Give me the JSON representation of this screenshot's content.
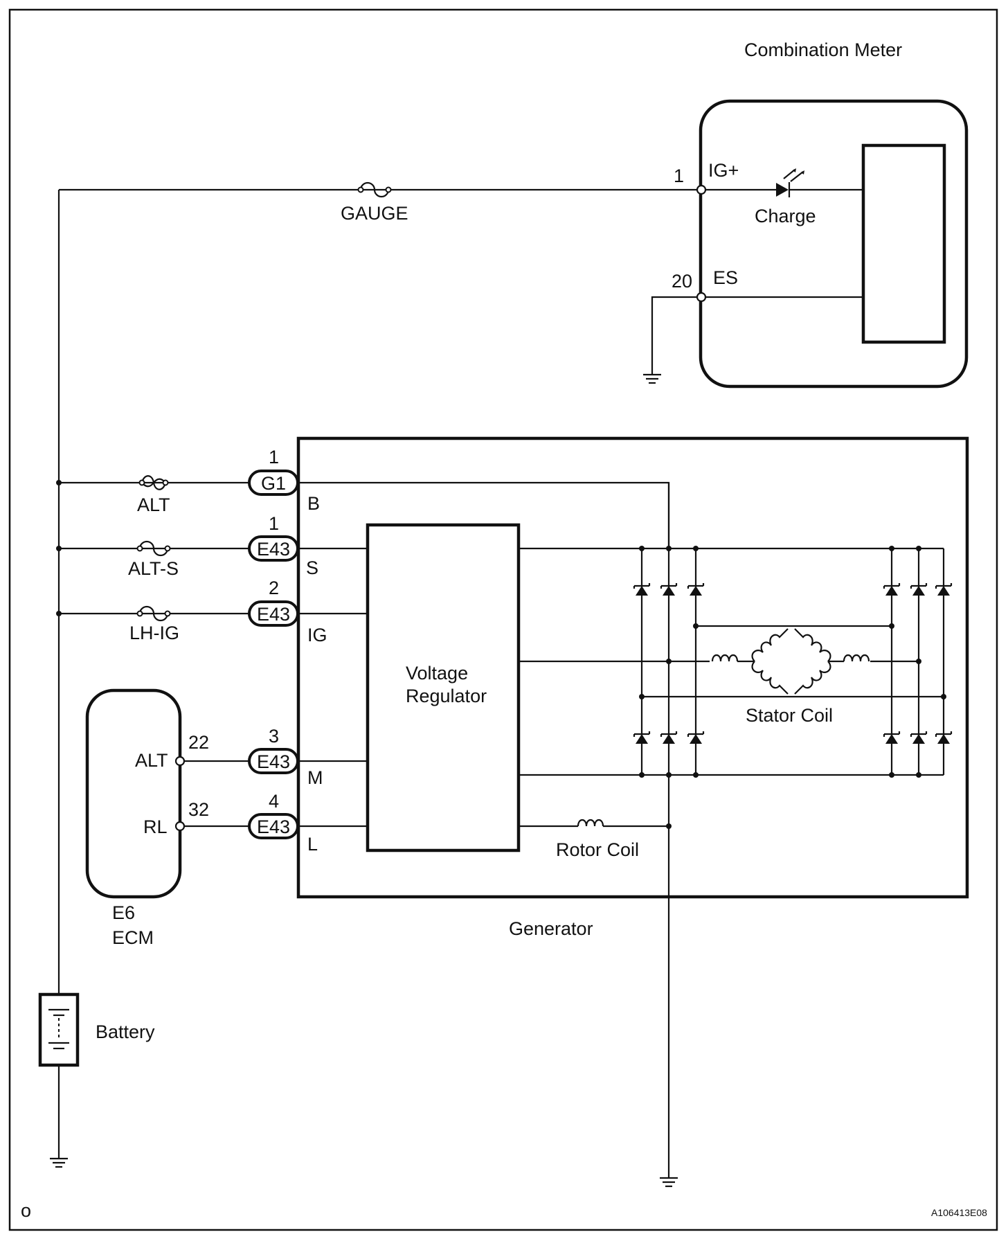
{
  "combination_meter": {
    "title": "Combination Meter",
    "pin_ig": "1",
    "label_ig": "IG+",
    "pin_es": "20",
    "label_es": "ES",
    "lamp": "Charge"
  },
  "fuses": {
    "gauge": "GAUGE",
    "alt": "ALT",
    "alt_s": "ALT-S",
    "lh_ig": "LH-IG"
  },
  "connectors": [
    {
      "pin": "1",
      "name": "G1",
      "terminal": "B"
    },
    {
      "pin": "1",
      "name": "E43",
      "terminal": "S"
    },
    {
      "pin": "2",
      "name": "E43",
      "terminal": "IG"
    },
    {
      "pin": "3",
      "name": "E43",
      "terminal": "M"
    },
    {
      "pin": "4",
      "name": "E43",
      "terminal": "L"
    }
  ],
  "ecm": {
    "code": "E6",
    "name": "ECM",
    "terminal_alt": "ALT",
    "pin_alt": "22",
    "terminal_rl": "RL",
    "pin_rl": "32"
  },
  "generator": {
    "title": "Generator",
    "regulator_line1": "Voltage",
    "regulator_line2": "Regulator",
    "stator": "Stator Coil",
    "rotor": "Rotor Coil"
  },
  "battery": "Battery",
  "footer": {
    "left_mark": "o",
    "figure_id": "A106413E08"
  }
}
